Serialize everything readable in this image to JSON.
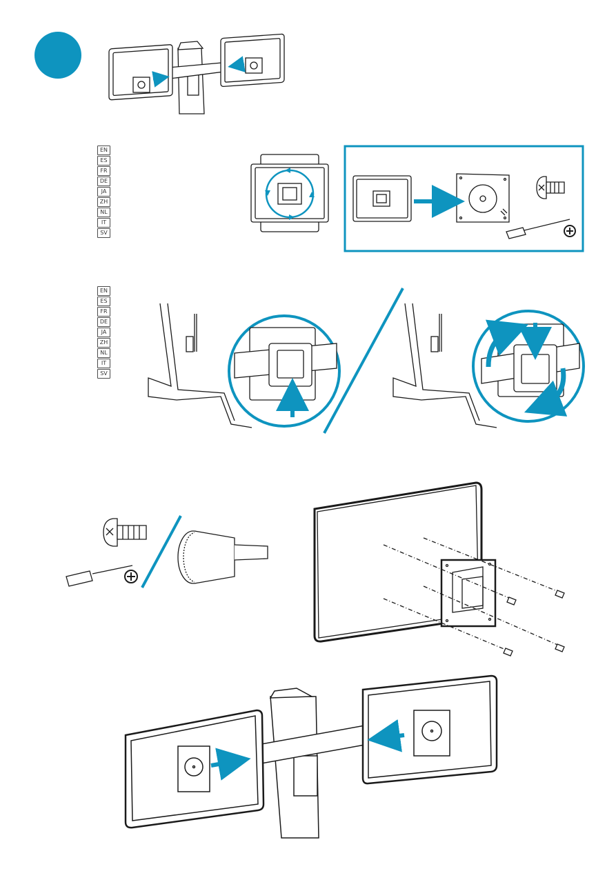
{
  "step_badge": {
    "color": "#0e94bf",
    "label": ""
  },
  "colors": {
    "accent": "#0e94bf",
    "line": "#1a1a1a"
  },
  "language_blocks": [
    {
      "codes": [
        "EN",
        "ES",
        "FR",
        "DE",
        "JA",
        "ZH",
        "NL",
        "IT",
        "SV"
      ]
    },
    {
      "codes": [
        "EN",
        "ES",
        "FR",
        "DE",
        "JA",
        "ZH",
        "NL",
        "IT",
        "SV"
      ]
    }
  ],
  "icons": {
    "phillips": "phillips-screwdriver-icon",
    "plus": "plus-circle-icon"
  }
}
